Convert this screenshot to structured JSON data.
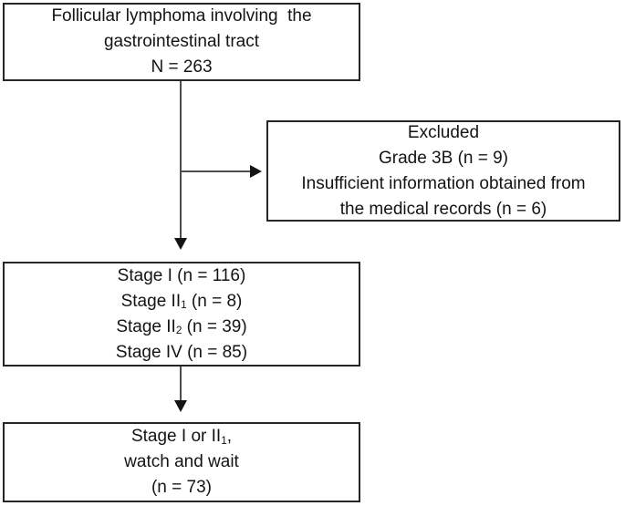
{
  "diagram": {
    "title_semantic": "Follicular lymphoma gastrointestinal tract study flow diagram",
    "type": "flowchart"
  },
  "colors": {
    "box_border": "#262626",
    "connector": "#4d4d4d",
    "arrowhead": "#141414",
    "text": "#141414",
    "page_bg": "#ffffff"
  },
  "boxes": [
    {
      "name": "source-box",
      "lines": [
        [
          {
            "t": "Follicular lymphoma involving  the"
          }
        ],
        [
          {
            "t": "gastrointestinal tract"
          }
        ],
        [
          {
            "t": "N = 263"
          }
        ]
      ]
    },
    {
      "name": "excluded-box",
      "lines": [
        [
          {
            "t": "Excluded"
          }
        ],
        [
          {
            "t": "Grade 3B (n = 9)"
          }
        ],
        [
          {
            "t": "Insufficient information obtained from"
          }
        ],
        [
          {
            "t": "the medical records (n = 6)"
          }
        ]
      ]
    },
    {
      "name": "stage-distribution-box",
      "lines": [
        [
          {
            "t": "Stage I (n = 116)"
          }
        ],
        [
          {
            "t": "Stage II"
          },
          {
            "t": "1",
            "sub": true
          },
          {
            "t": " (n = 8)"
          }
        ],
        [
          {
            "t": "Stage II"
          },
          {
            "t": "2",
            "sub": true
          },
          {
            "t": " (n = 39)"
          }
        ],
        [
          {
            "t": "Stage IV (n = 85)"
          }
        ]
      ]
    },
    {
      "name": "watch-and-wait-box",
      "lines": [
        [
          {
            "t": "Stage I or II"
          },
          {
            "t": "1",
            "sub": true
          },
          {
            "t": ","
          }
        ],
        [
          {
            "t": "watch and wait"
          }
        ],
        [
          {
            "t": "(n = 73)"
          }
        ]
      ]
    }
  ],
  "connectors": [
    {
      "name": "arrow-source-to-stages",
      "direction": "down"
    },
    {
      "name": "arrow-branch-to-excluded",
      "direction": "right"
    },
    {
      "name": "arrow-stages-to-watch-wait",
      "direction": "down"
    }
  ]
}
